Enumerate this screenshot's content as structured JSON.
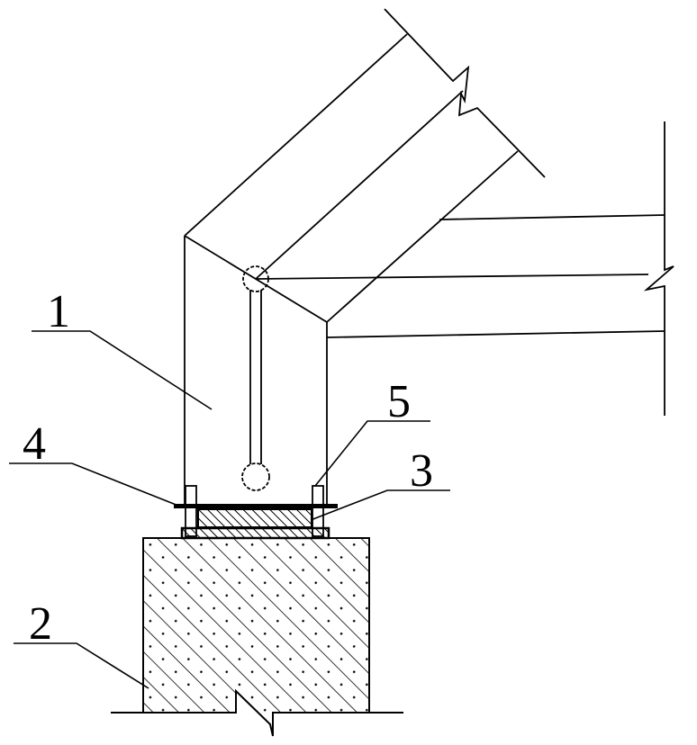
{
  "figure": {
    "labels": {
      "column": "1",
      "pier": "2",
      "pad": "3",
      "plate": "4",
      "bolt": "5"
    },
    "colors": {
      "line": "#000000",
      "background": "#ffffff"
    }
  }
}
